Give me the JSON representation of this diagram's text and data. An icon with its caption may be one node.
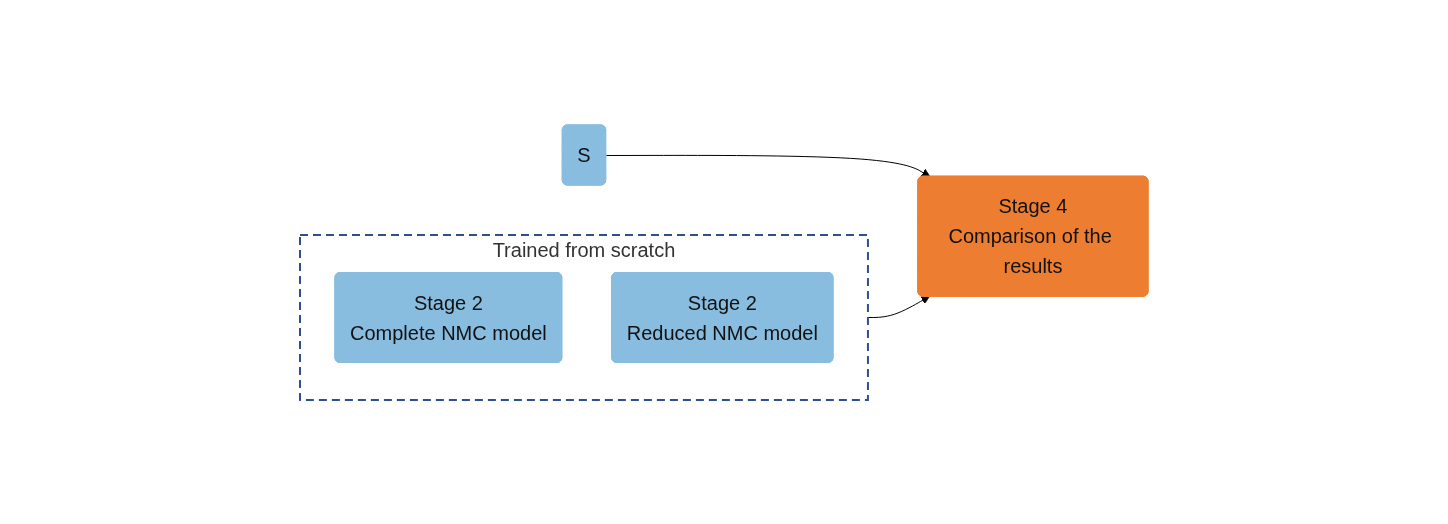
{
  "diagram": {
    "nodes": [
      {
        "text": [
          "S"
        ]
      },
      {
        "text": [
          "Trained from scratch"
        ]
      },
      {
        "text": [
          "Stage 2",
          "Complete NMC model"
        ],
        "in": 1
      },
      {
        "text": [
          "Stage 2",
          "Reduced NMC model"
        ],
        "in": 1
      },
      {
        "text": [
          "Stage 4",
          "Comparison of the results"
        ]
      }
    ],
    "edges": [
      {
        "from": 0,
        "to": 4,
        "arrow": "to"
      },
      {
        "from": 1,
        "to": 4,
        "arrow": "to"
      }
    ]
  }
}
